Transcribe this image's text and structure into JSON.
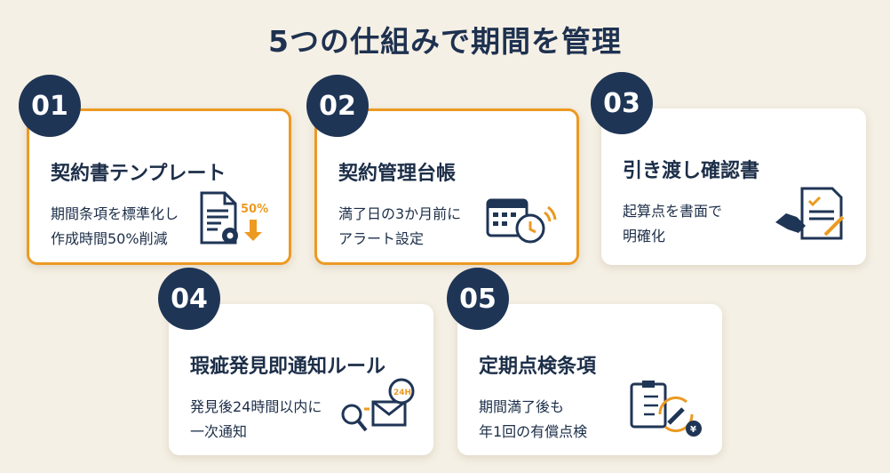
{
  "title": "5つの仕組みで期間を管理",
  "cards": [
    {
      "num": "01",
      "title": "契約書テンプレート",
      "lines": [
        "期間条項を標準化し",
        "作成時間50%削減"
      ],
      "icon": "document-gear-icon",
      "badge": "50%"
    },
    {
      "num": "02",
      "title": "契約管理台帳",
      "lines": [
        "満了日の3か月前に",
        "アラート設定"
      ],
      "icon": "calendar-alarm-icon"
    },
    {
      "num": "03",
      "title": "引き渡し確認書",
      "lines": [
        "起算点を書面で",
        "明確化"
      ],
      "icon": "handshake-document-icon"
    },
    {
      "num": "04",
      "title": "瑕疵発見即通知ルール",
      "lines": [
        "発見後24時間以内に",
        "一次通知"
      ],
      "icon": "search-mail-clock-icon",
      "badge": "24H"
    },
    {
      "num": "05",
      "title": "定期点検条項",
      "lines": [
        "期間満了後も",
        "年1回の有償点検"
      ],
      "icon": "clipboard-wrench-icon",
      "badge": "¥"
    }
  ],
  "colors": {
    "navy": "#1f3556",
    "orange": "#ec9a22",
    "bg": "#f5f0e5"
  }
}
